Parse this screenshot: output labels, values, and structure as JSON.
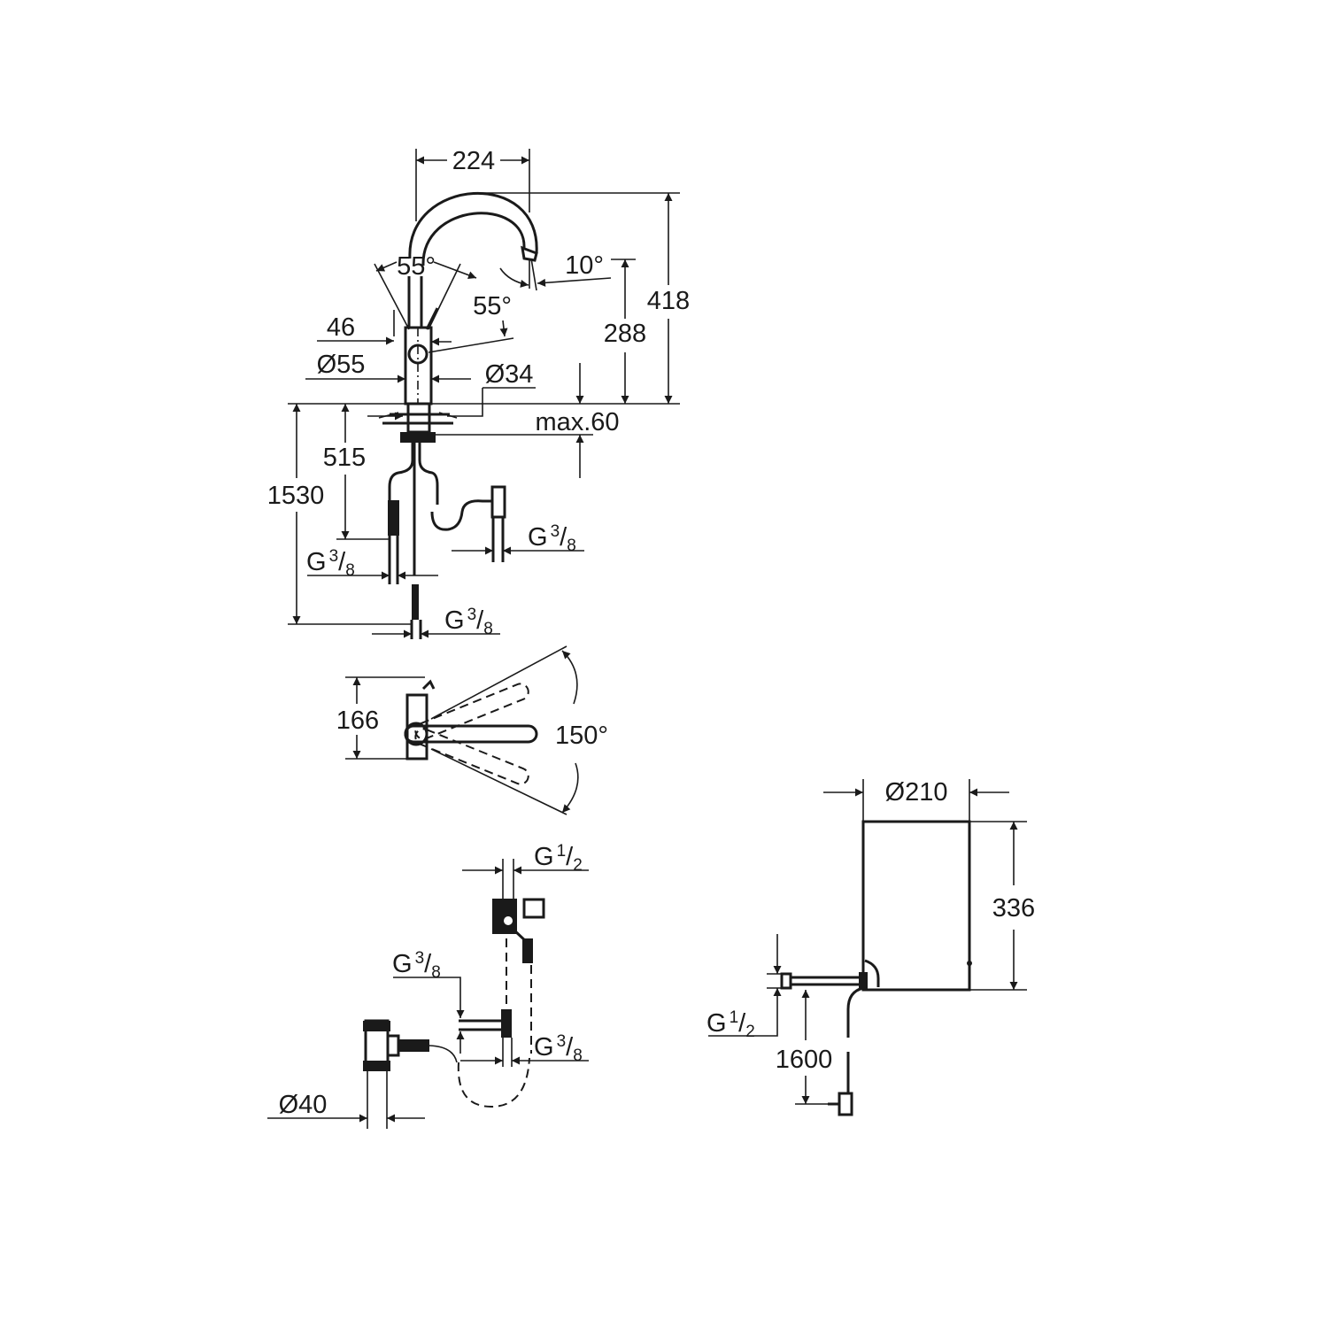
{
  "title": "Kitchen faucet with filter/chiller unit - technical dimension drawing",
  "colors": {
    "line": "#1a1a1a",
    "background": "#ffffff"
  },
  "faucet_elevation": {
    "spout_reach": "224",
    "total_height": "418",
    "spout_height": "288",
    "spout_tilt": "10°",
    "lever_angle_left": "55°",
    "lever_angle_right": "55°",
    "lever_offset": "46",
    "body_diameter": "Ø55",
    "mount_hole": "Ø34",
    "deck_thickness": "max.60",
    "hose_length_short": "515",
    "hose_length_long": "1530",
    "connections": [
      {
        "prefix": "G",
        "num": "3",
        "den": "8"
      },
      {
        "prefix": "G",
        "num": "3",
        "den": "8"
      },
      {
        "prefix": "G",
        "num": "3",
        "den": "8"
      }
    ]
  },
  "faucet_plan": {
    "width": "166",
    "swivel_angle": "150°"
  },
  "valve_assembly": {
    "inlet": {
      "prefix": "G",
      "num": "1",
      "den": "2"
    },
    "outlet_left": {
      "prefix": "G",
      "num": "3",
      "den": "8"
    },
    "outlet_right": {
      "prefix": "G",
      "num": "3",
      "den": "8"
    },
    "drain_diameter": "Ø40"
  },
  "filter_unit": {
    "diameter": "Ø210",
    "height": "336",
    "connection": {
      "prefix": "G",
      "num": "1",
      "den": "2"
    },
    "cable_length": "1600"
  }
}
